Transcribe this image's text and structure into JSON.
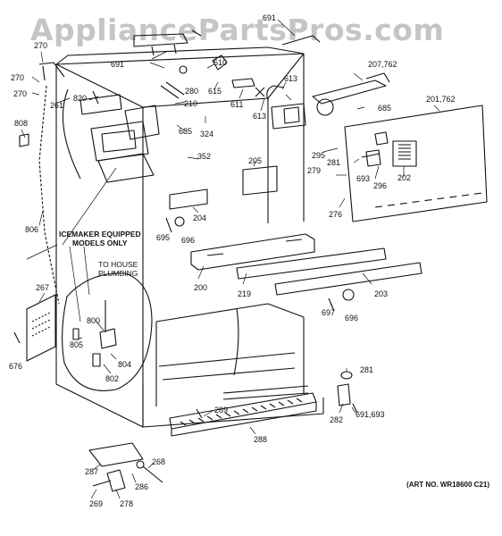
{
  "watermark": "AppliancePartsPros.com",
  "art_number": "(ART NO. WR18600 C21)",
  "notes": {
    "icemaker": [
      "ICEMAKER EQUIPPED",
      "MODELS ONLY"
    ],
    "plumbing": [
      "TO HOUSE",
      "PLUMBING"
    ]
  },
  "callouts": {
    "c691_top": "691",
    "c270_a": "270",
    "c270_b": "270",
    "c270_c": "270",
    "c261": "261",
    "c808": "808",
    "c806": "806",
    "c267": "267",
    "c676": "676",
    "c820": "820",
    "c691_mid": "691",
    "c280": "280",
    "c210": "210",
    "c685_a": "685",
    "c324": "324",
    "c352": "352",
    "c610": "610",
    "c615": "615",
    "c611": "611",
    "c613_a": "613",
    "c613_b": "613",
    "c207_762": "207,762",
    "c685_b": "685",
    "c201_762": "201,762",
    "c295": "295",
    "c281_a": "281",
    "c279": "279",
    "c693": "693",
    "c296": "296",
    "c202": "202",
    "c276": "276",
    "c205": "205",
    "c204": "204",
    "c695": "695",
    "c696_a": "696",
    "c200": "200",
    "c219": "219",
    "c203": "203",
    "c697": "697",
    "c696_b": "696",
    "c800": "800",
    "c805": "805",
    "c804": "804",
    "c802": "802",
    "c281_b": "281",
    "c282": "282",
    "c691_693": "691,693",
    "c289": "289",
    "c288": "288",
    "c287": "287",
    "c268": "268",
    "c286": "286",
    "c269": "269",
    "c278": "278"
  }
}
